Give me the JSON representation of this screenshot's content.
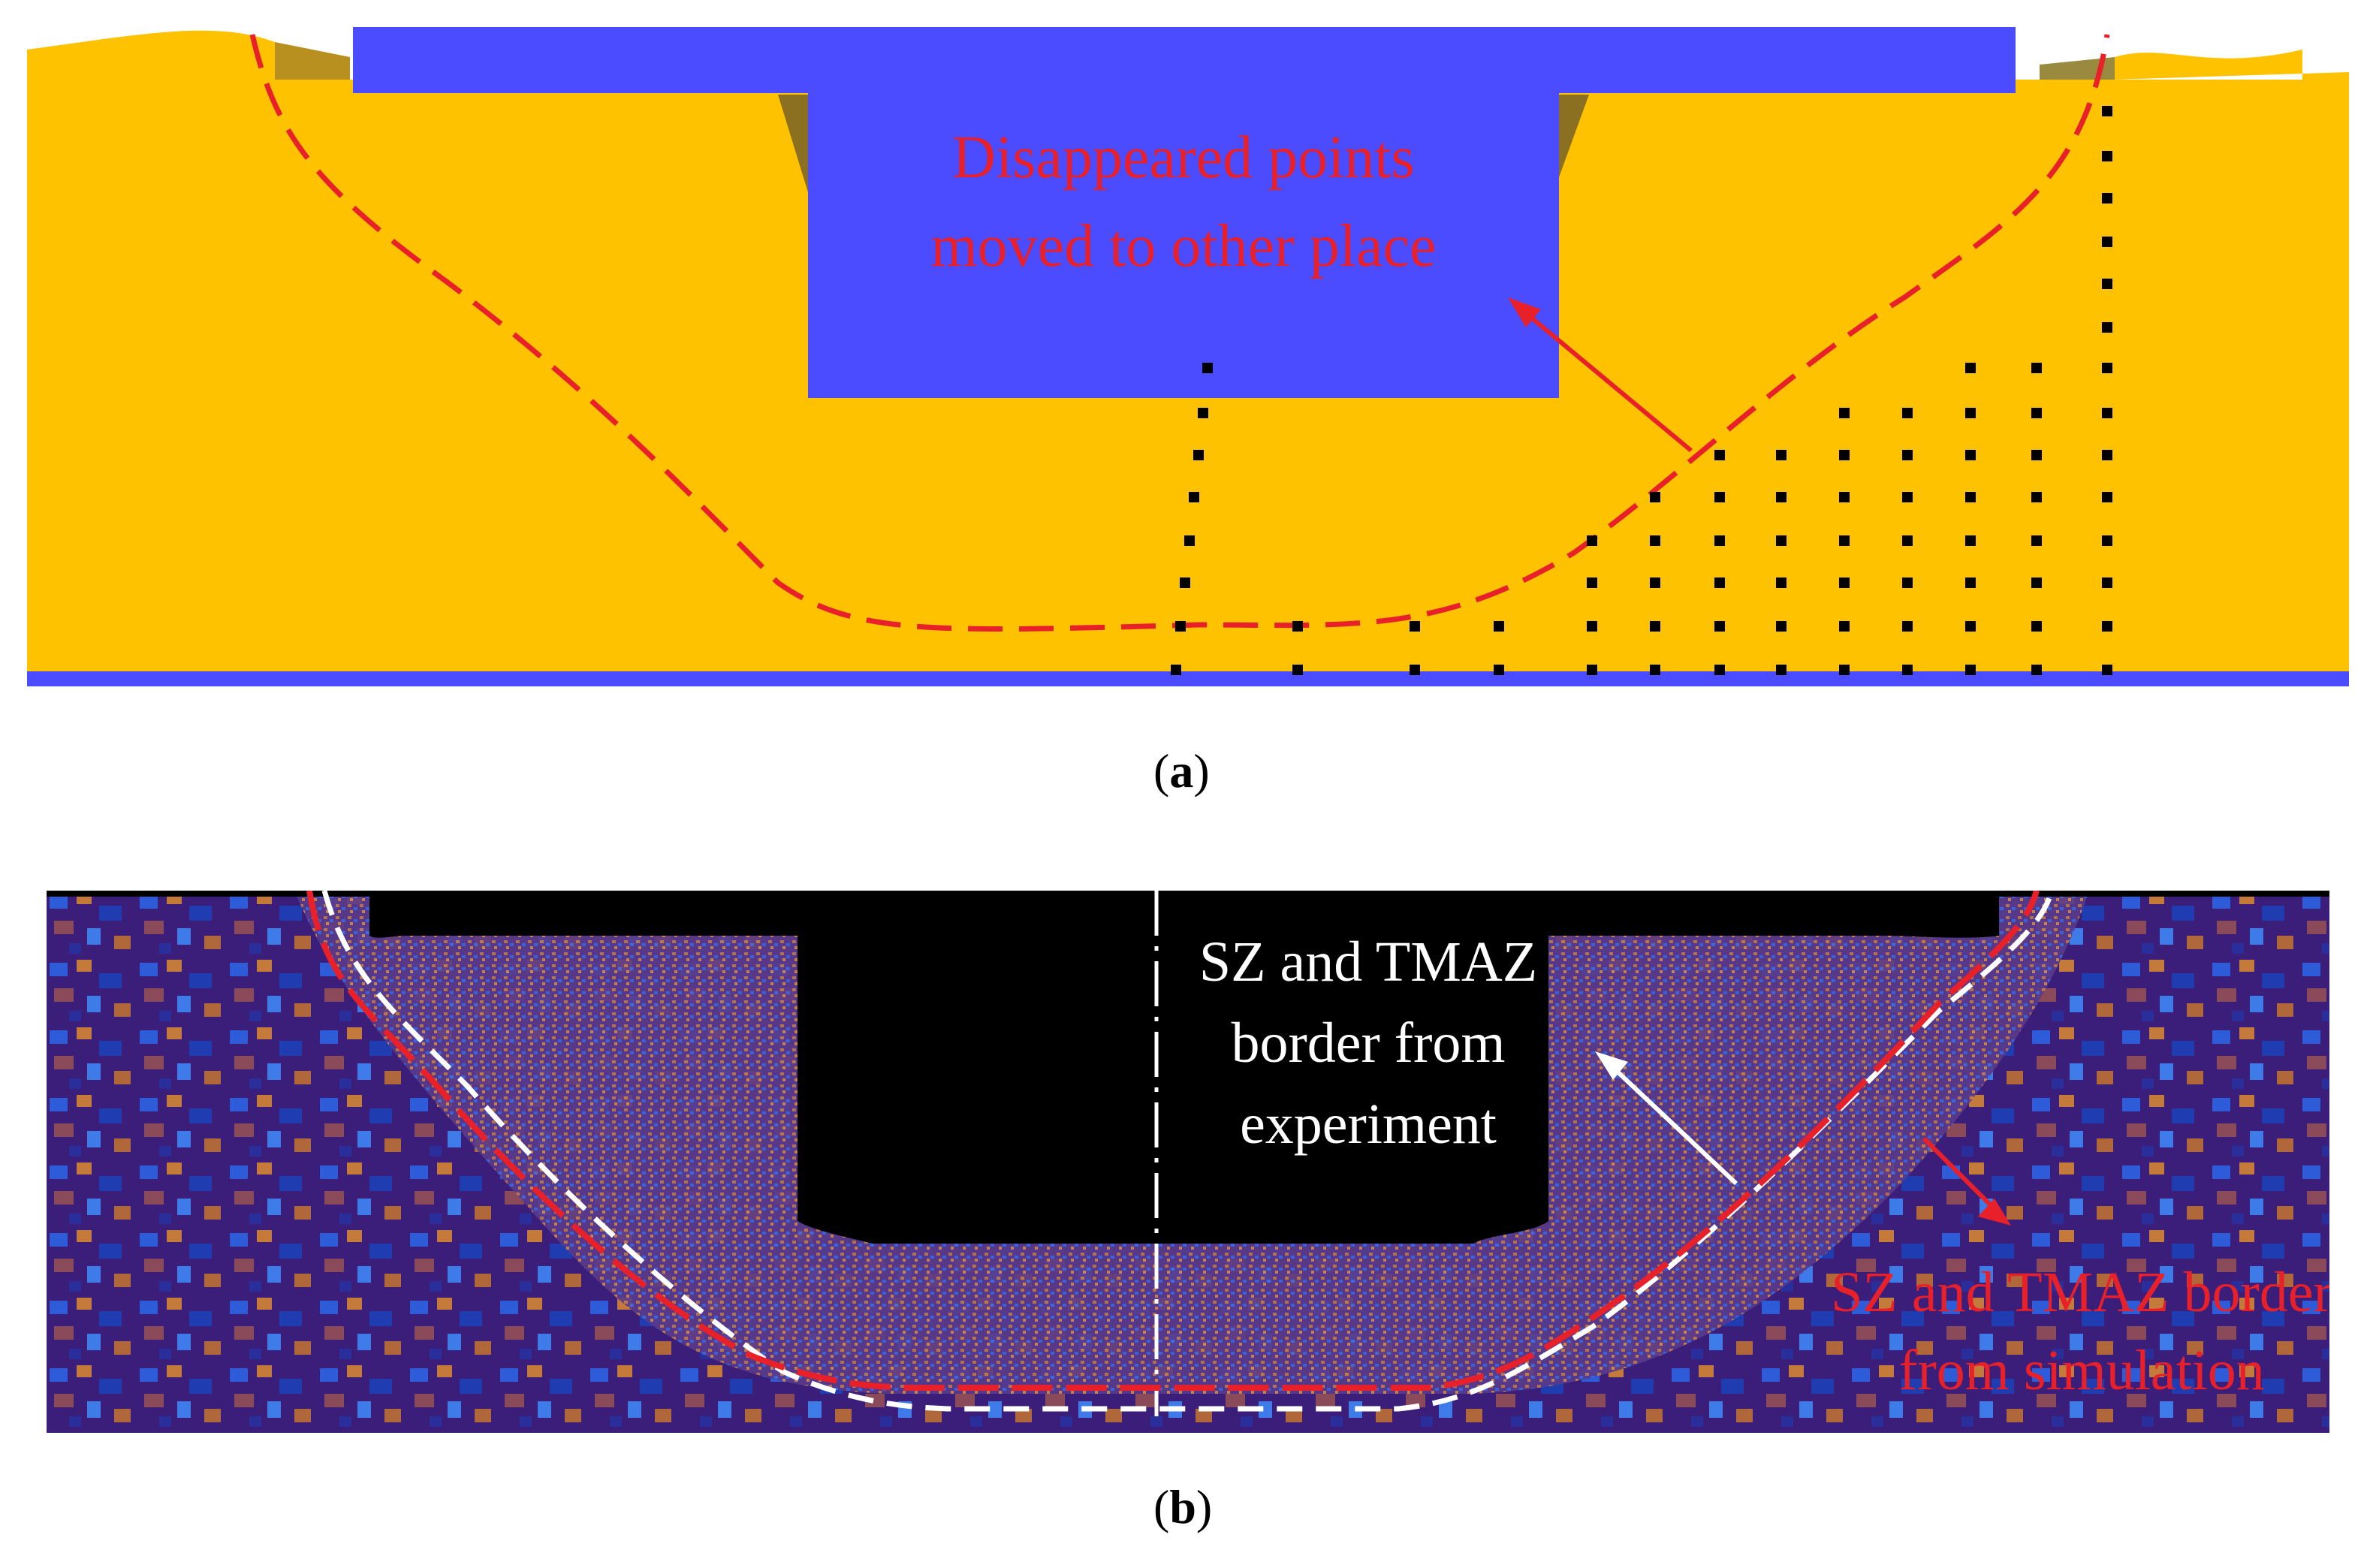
{
  "panel_a": {
    "caption_open": "(",
    "caption_letter": "a",
    "caption_close": ")",
    "annotation_line1": "Disappeared points",
    "annotation_line2": "moved to other place",
    "colors": {
      "background": "#FFC200",
      "tool": "#4B4BFF",
      "boundary": "#E8202A",
      "points": "#000000"
    }
  },
  "panel_b": {
    "caption_open": "(",
    "caption_letter": "b",
    "caption_close": ")",
    "experiment_label": [
      "SZ and TMAZ",
      "border from",
      "experiment"
    ],
    "simulation_label": [
      "SZ and TMAZ border",
      "from simulation"
    ],
    "colors": {
      "micrograph_base": "#3A1E7A",
      "experiment_border": "#FFFFFF",
      "simulation_border": "#E8202A",
      "tool_shadow": "#000000"
    }
  }
}
